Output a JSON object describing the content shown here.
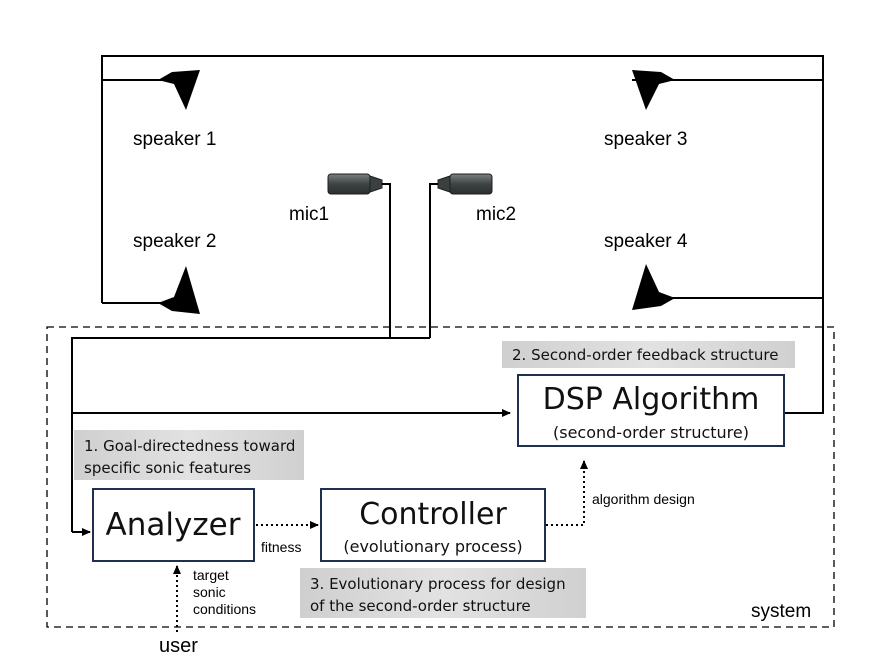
{
  "speakers": {
    "s1": "speaker 1",
    "s2": "speaker 2",
    "s3": "speaker 3",
    "s4": "speaker 4"
  },
  "mics": {
    "m1": "mic1",
    "m2": "mic2"
  },
  "boxes": {
    "dsp": {
      "title": "DSP Algorithm",
      "subtitle": "(second-order structure)"
    },
    "analyzer": {
      "title": "Analyzer"
    },
    "controller": {
      "title": "Controller",
      "subtitle": "(evolutionary process)"
    }
  },
  "notes": {
    "n1_line1": "1. Goal-directedness toward",
    "n1_line2": "specific sonic features",
    "n2": "2. Second-order feedback structure",
    "n3_line1": "3. Evolutionary process for design",
    "n3_line2": "of the second-order structure"
  },
  "labels": {
    "fitness": "fitness",
    "algorithm_design": "algorithm design",
    "target_line1": "target",
    "target_line2": "sonic",
    "target_line3": "conditions",
    "user": "user",
    "system": "system"
  },
  "colors": {
    "box_border": "#1f2f4f",
    "note_bg": "#d6d6d6",
    "line": "#000000",
    "mic_body": "#4a4f4f"
  }
}
